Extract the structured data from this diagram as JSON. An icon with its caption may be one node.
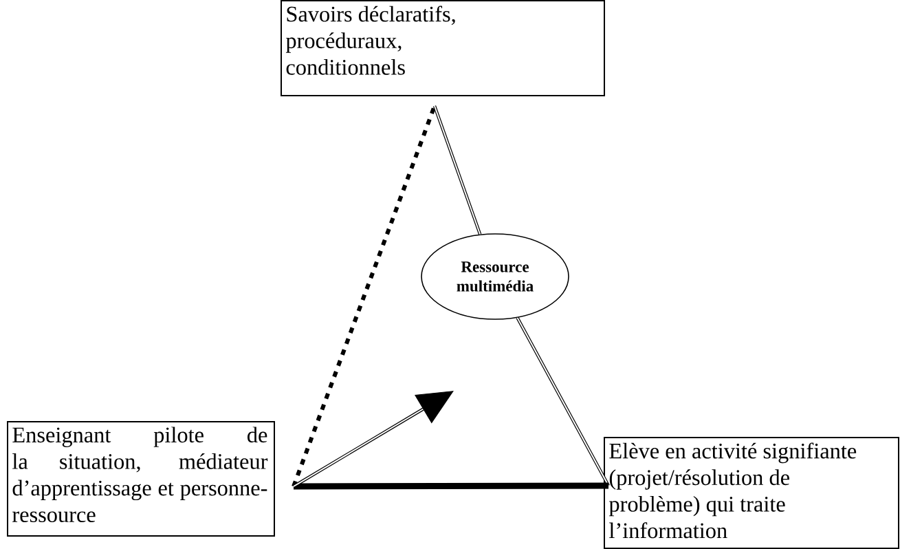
{
  "diagram": {
    "nodes": [
      {
        "text": [
          "Savoirs déclaratifs, procéduraux, conditionnels"
        ]
      },
      {
        "text": [
          "Ressource multimédia"
        ]
      },
      {
        "text": [
          "Enseignant pilote de la situation, médiateur d’apprentissage et personne-ressource"
        ]
      },
      {
        "text": [
          "Elève en activité signifiante (projet/résolution de problème) qui traite l’information"
        ]
      }
    ],
    "edges": [
      {
        "from": 2,
        "to": 0,
        "arrow": "none",
        "style": "dashed"
      },
      {
        "from": 0,
        "to": 1,
        "arrow": "none"
      },
      {
        "from": 1,
        "to": 3,
        "arrow": "none"
      },
      {
        "from": 2,
        "to": 3,
        "arrow": "none",
        "style": "thick"
      },
      {
        "from": 2,
        "to": null,
        "arrow": "to"
      }
    ]
  }
}
